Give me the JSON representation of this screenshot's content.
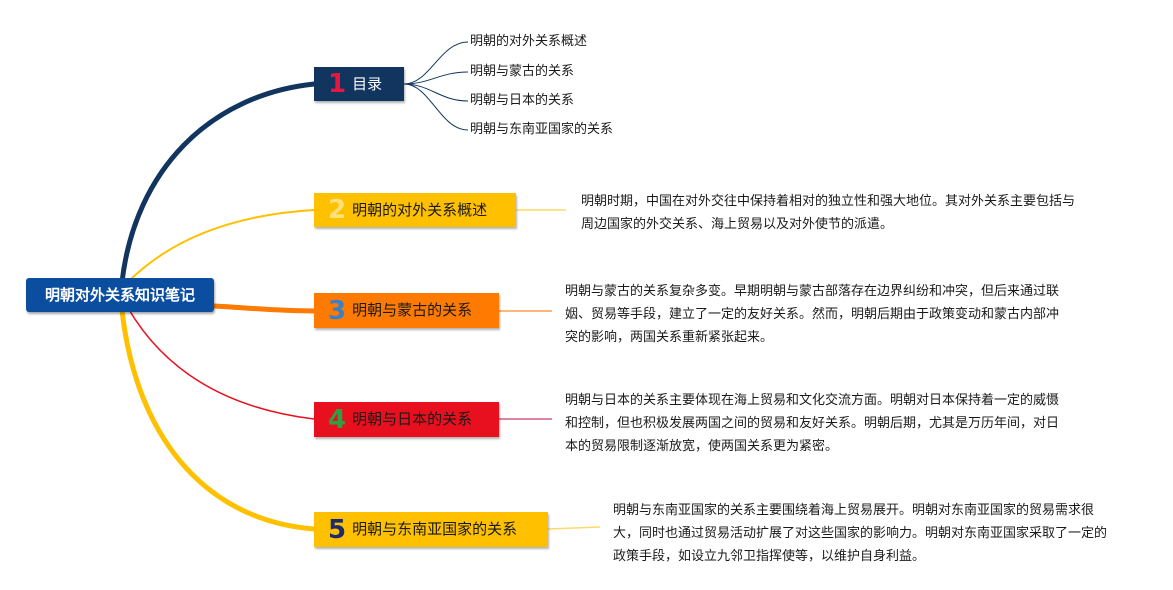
{
  "root": {
    "title": "明朝对外关系知识笔记"
  },
  "topics": [
    {
      "number": "1",
      "label": "目录"
    },
    {
      "number": "2",
      "label": "明朝的对外关系概述"
    },
    {
      "number": "3",
      "label": "明朝与蒙古的关系"
    },
    {
      "number": "4",
      "label": "明朝与日本的关系"
    },
    {
      "number": "5",
      "label": "明朝与东南亚国家的关系"
    }
  ],
  "toc": [
    "明朝的对外关系概述",
    "明朝与蒙古的关系",
    "明朝与日本的关系",
    "明朝与东南亚国家的关系"
  ],
  "descriptions": [
    "明朝时期，中国在对外交往中保持着相对的独立性和强大地位。其对外关系主要包括与周边国家的外交关系、海上贸易以及对外使节的派遣。",
    "明朝与蒙古的关系复杂多变。早期明朝与蒙古部落存在边界纠纷和冲突，但后来通过联姻、贸易等手段，建立了一定的友好关系。然而，明朝后期由于政策变动和蒙古内部冲突的影响，两国关系重新紧张起来。",
    "明朝与日本的关系主要体现在海上贸易和文化交流方面。明朝对日本保持着一定的威慑和控制，但也积极发展两国之间的贸易和友好关系。明朝后期，尤其是万历年间，对日本的贸易限制逐渐放宽，使两国关系更为紧密。",
    "明朝与东南亚国家的关系主要围绕着海上贸易展开。明朝对东南亚国家的贸易需求很大，同时也通过贸易活动扩展了对这些国家的影响力。明朝对东南亚国家采取了一定的政策手段，如设立九邻卫指挥使等，以维护自身利益。"
  ],
  "colors": {
    "root": "#0b4ea0",
    "topic1": "#11355f",
    "topic2": "#ffc000",
    "topic3": "#ff7a00",
    "topic4": "#e8101e",
    "topic5": "#ffc000"
  }
}
